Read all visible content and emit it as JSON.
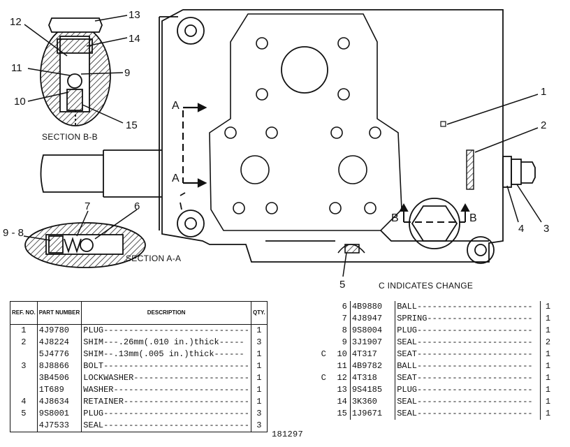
{
  "callouts": {
    "n1": "1",
    "n2": "2",
    "n3": "3",
    "n4": "4",
    "n5": "5",
    "n6": "6",
    "n7": "7",
    "n98": "9 - 8",
    "b9": "9",
    "b10": "10",
    "b11": "11",
    "b12": "12",
    "b13": "13",
    "b14": "14",
    "b15": "15",
    "a_top": "A",
    "a_bot": "A",
    "b_left": "B",
    "b_right": "B"
  },
  "captions": {
    "section_bb": "SECTION B-B",
    "section_aa": "SECTION A-A",
    "change_note": "C INDICATES CHANGE",
    "drawing_number": "181297"
  },
  "table_left": {
    "headers": [
      "REF. NO.",
      "PART NUMBER",
      "DESCRIPTION",
      "QTY."
    ],
    "rows": [
      {
        "ref": "1",
        "pn": "4J9780",
        "desc": "PLUG-----------------------------",
        "qty": "1"
      },
      {
        "ref": "2",
        "pn": "4J8224",
        "desc": "SHIM---.26mm(.010 in.)thick-----",
        "qty": "3"
      },
      {
        "ref": "",
        "pn": "5J4776",
        "desc": "SHIM--.13mm(.005 in.)thick------",
        "qty": "1"
      },
      {
        "ref": "3",
        "pn": "8J8866",
        "desc": "BOLT-----------------------------",
        "qty": "1"
      },
      {
        "ref": "",
        "pn": "3B4506",
        "desc": "LOCKWASHER-----------------------",
        "qty": "1"
      },
      {
        "ref": "",
        "pn": "1T689",
        "desc": "WASHER---------------------------",
        "qty": "1"
      },
      {
        "ref": "4",
        "pn": "4J8634",
        "desc": "RETAINER-------------------------",
        "qty": "1"
      },
      {
        "ref": "5",
        "pn": "9S8001",
        "desc": "PLUG-----------------------------",
        "qty": "3"
      },
      {
        "ref": "",
        "pn": "4J7533",
        "desc": "SEAL-----------------------------",
        "qty": "3"
      }
    ]
  },
  "table_right": {
    "rows": [
      {
        "c": "",
        "no": "6",
        "pn": "4B9880",
        "desc": "BALL-----------------------",
        "qty": "1"
      },
      {
        "c": "",
        "no": "7",
        "pn": "4J8947",
        "desc": "SPRING---------------------",
        "qty": "1"
      },
      {
        "c": "",
        "no": "8",
        "pn": "9S8004",
        "desc": "PLUG-----------------------",
        "qty": "1"
      },
      {
        "c": "",
        "no": "9",
        "pn": "3J1907",
        "desc": "SEAL-----------------------",
        "qty": "2"
      },
      {
        "c": "C",
        "no": "10",
        "pn": "4T317",
        "desc": "SEAT-----------------------",
        "qty": "1"
      },
      {
        "c": "",
        "no": "11",
        "pn": "4B9782",
        "desc": "BALL-----------------------",
        "qty": "1"
      },
      {
        "c": "C",
        "no": "12",
        "pn": "4T318",
        "desc": "SEAT-----------------------",
        "qty": "1"
      },
      {
        "c": "",
        "no": "13",
        "pn": "9S4185",
        "desc": "PLUG-----------------------",
        "qty": "1"
      },
      {
        "c": "",
        "no": "14",
        "pn": "3K360",
        "desc": "SEAL-----------------------",
        "qty": "1"
      },
      {
        "c": "",
        "no": "15",
        "pn": "1J9671",
        "desc": "SEAL-----------------------",
        "qty": "1"
      }
    ]
  }
}
